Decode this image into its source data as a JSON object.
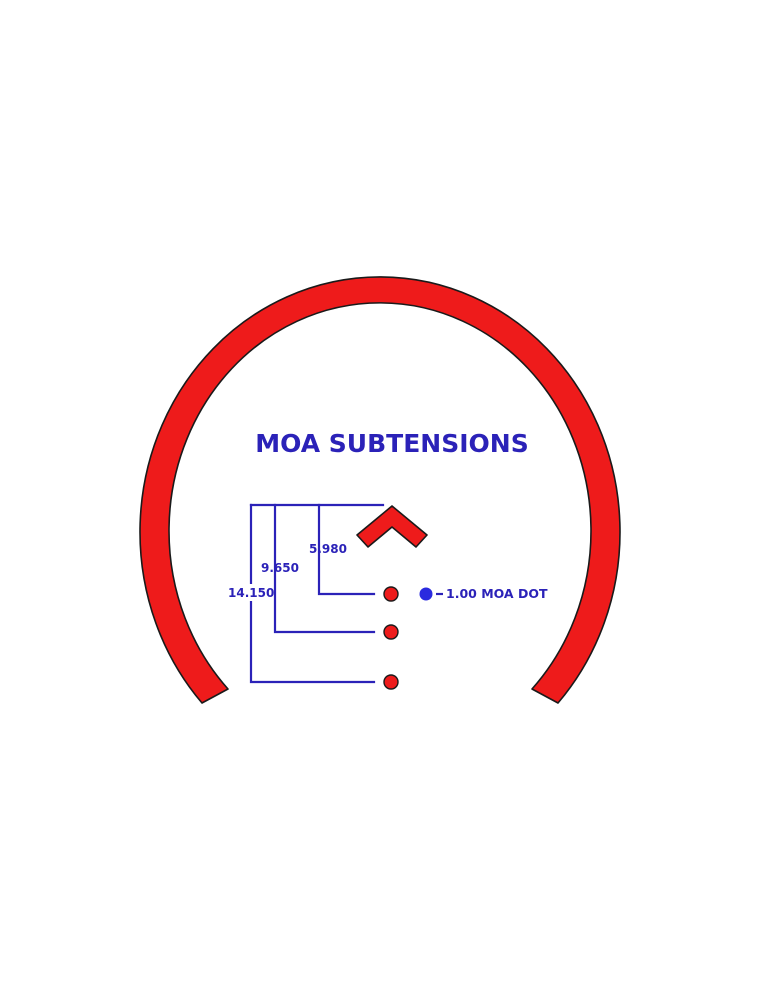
{
  "diagram": {
    "title": "MOA SUBTENSIONS",
    "subtensions": [
      "5.980",
      "9.650",
      "14.150"
    ],
    "legend_label": "1.00 MOA DOT",
    "colors": {
      "reticle": "#ee1b1b",
      "outline": "#1a1a1a",
      "annotation": "#2b22b8",
      "legend_dot": "#2a2adf",
      "background": "#ffffff"
    }
  }
}
